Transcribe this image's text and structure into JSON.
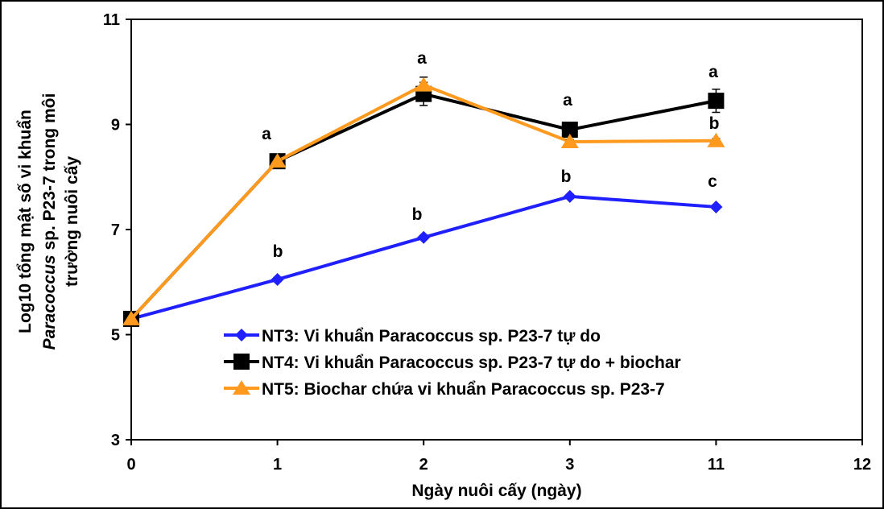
{
  "chart_data": {
    "type": "line",
    "title": "",
    "xlabel": "Ngày nuôi cấy (ngày)",
    "ylabel_lines": [
      [
        {
          "text": "Log10 tổng mật số vi khuẩn",
          "italic": false
        }
      ],
      [
        {
          "text": "Paracoccus",
          "italic": true
        },
        {
          "text": " sp. P23-7 trong môi",
          "italic": false
        }
      ],
      [
        {
          "text": "trường nuôi cấy",
          "italic": false
        }
      ]
    ],
    "categories": [
      "0",
      "1",
      "2",
      "3",
      "11",
      "12"
    ],
    "ylim": [
      3,
      11
    ],
    "yticks": [
      "3",
      "5",
      "7",
      "9",
      "11"
    ],
    "grid": false,
    "legend_position": "bottom-center inside plot",
    "series": [
      {
        "name": "NT3: Vi khuẩn Paracoccus sp. P23-7 tự do",
        "color": "#1f1fff",
        "marker": "diamond",
        "values": [
          5.3,
          6.05,
          6.85,
          7.63,
          7.43
        ],
        "errors": [
          0,
          0.04,
          0.04,
          0.04,
          0.04
        ],
        "labels": [
          "",
          "b",
          "b",
          "b",
          "c"
        ]
      },
      {
        "name": "NT4: Vi khuẩn Paracoccus sp. P23-7  tự do + biochar",
        "color": "#000000",
        "marker": "square",
        "values": [
          5.3,
          8.3,
          9.58,
          8.9,
          9.45
        ],
        "errors": [
          0,
          0.04,
          0.22,
          0.06,
          0.22
        ],
        "labels": [
          "",
          "",
          "",
          "",
          ""
        ]
      },
      {
        "name": "NT5: Biochar chứa vi khuẩn Paracoccus sp. P23-7",
        "color": "#ff9a1f",
        "marker": "triangle",
        "values": [
          5.3,
          8.3,
          9.75,
          8.67,
          8.69
        ],
        "errors": [
          0,
          0.04,
          0.15,
          0.04,
          0.04
        ],
        "labels": [
          "",
          "a",
          "a",
          "a",
          "a"
        ],
        "labels2": [
          "",
          "",
          "",
          "",
          "b"
        ]
      }
    ]
  },
  "colors": {
    "background": "#ffffff",
    "axis": "#000000"
  }
}
